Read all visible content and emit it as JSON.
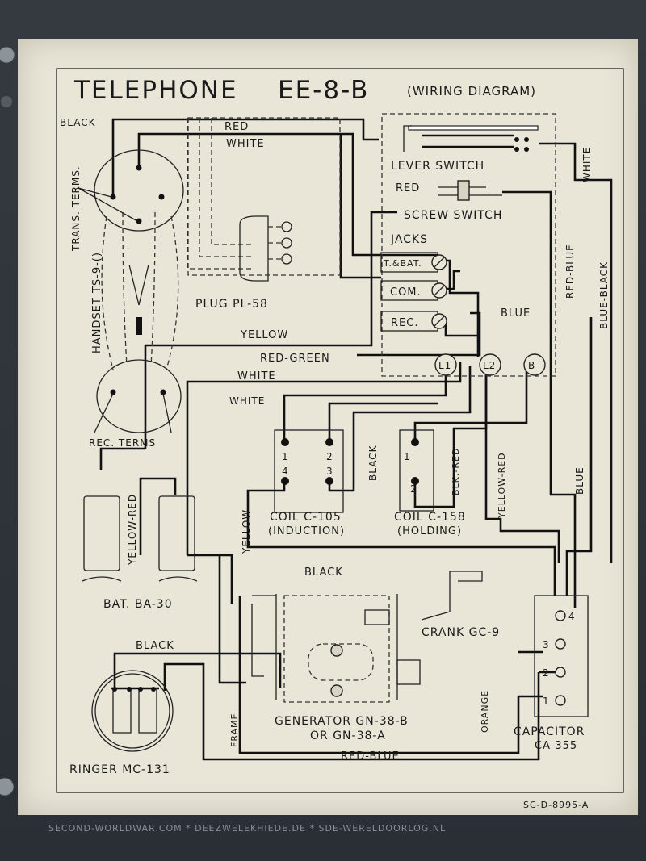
{
  "title": "TELEPHONE",
  "model": "EE-8-B",
  "subtitle": "(WIRING DIAGRAM)",
  "doc_number": "SC-D-8995-A",
  "watermark": "SECOND-WORLDWAR.COM * DEEZWELEKHIEDE.DE * SDE-WERELDOORLOG.NL",
  "wire_colors": {
    "black": "BLACK",
    "red": "RED",
    "white": "WHITE",
    "yellow": "YELLOW",
    "red_green": "RED-GREEN",
    "white_arrow": "WHITE",
    "red_blue": "RED-BLUE",
    "blue_black": "BLUE-BLACK",
    "blue": "BLUE",
    "yellow_red": "YELLOW-RED",
    "blk_red": "BLK.-RED",
    "orange": "ORANGE",
    "frame": "FRAME"
  },
  "components": {
    "handset": "HANDSET TS-9-()",
    "trans_terms": "TRANS. TERMS.",
    "rec_terms": "REC. TERMS",
    "plug": "PLUG PL-58",
    "lever_switch": "LEVER SWITCH",
    "screw_switch": "SCREW SWITCH",
    "jacks": "JACKS",
    "jack_tbat": "T.&BAT.",
    "jack_com": "COM.",
    "jack_rec": "REC.",
    "coil_c105": "COIL C-105",
    "coil_c105_sub": "(INDUCTION)",
    "coil_c158": "COIL C-158",
    "coil_c158_sub": "(HOLDING)",
    "battery": "BAT. BA-30",
    "crank": "CRANK GC-9",
    "generator_line1": "GENERATOR GN-38-B",
    "generator_line2": "OR GN-38-A",
    "capacitor": "CAPACITOR",
    "capacitor_model": "CA-355",
    "ringer": "RINGER MC-131"
  },
  "terminals": {
    "l1": "L1",
    "l2": "L2",
    "b_minus": "B-",
    "c105": [
      "1",
      "2",
      "4",
      "3"
    ],
    "c158": [
      "1",
      "2"
    ],
    "cap": [
      "4",
      "3",
      "2",
      "1"
    ]
  }
}
